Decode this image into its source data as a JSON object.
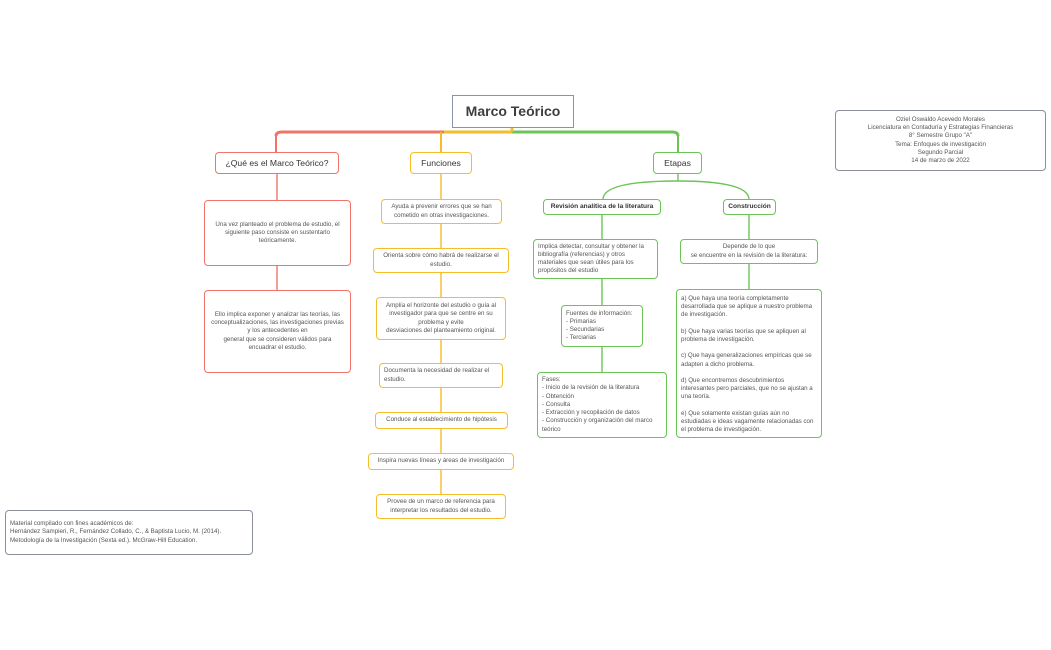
{
  "title": "Marco Teórico",
  "colors": {
    "red": "#f0746a",
    "orange": "#f6bd2a",
    "green": "#6cc457"
  },
  "branches": {
    "que_es": {
      "label": "¿Qué es el Marco Teórico?",
      "items": [
        "Una vez planteado el problema de estudio, el siguiente paso consiste en sustentarlo teóricamente.",
        "Ello implica exponer y analizar las teorías, las conceptualizaciones, las investigaciones previas y los antecedentes en\ngeneral que se consideren válidos para encuadrar el estudio."
      ]
    },
    "funciones": {
      "label": "Funciones",
      "items": [
        "Ayuda a prevenir errores que se han cometido en otras investigaciones.",
        "Orienta sobre cómo habrá de realizarse el estudio.",
        "Amplía el horizonte del estudio o guía al investigador para que se centre en su problema y evite\ndesviaciones del planteamiento original.",
        "Documenta la necesidad de realizar el estudio.",
        "Conduce al establecimiento de hipótesis",
        "Inspira nuevas líneas y áreas de investigación",
        "Provee de un marco de referencia para interpretar los resultados del estudio."
      ]
    },
    "etapas": {
      "label": "Etapas",
      "revision": {
        "label": "Revisión analítica de la literatura",
        "items": [
          "Implica detectar, consultar y obtener la bibliografía (referencias) y otros materiales que sean útiles para los propósitos del estudio",
          "Fuentes de información:\n- Primarias\n- Secundarias\n- Terciarias",
          "Fases:\n- Inicio de la revisión de la literatura\n- Obtención\n- Consulta\n- Extracción y recopilación de datos\n- Construcción y organización del marco teórico"
        ]
      },
      "construccion": {
        "label": "Construcción",
        "items": [
          "Depende de lo que\nse encuentre en la revisión de la literatura:",
          "a) Que haya una teoría completamente desarrollada que se aplique a nuestro problema de investigación.\n\nb) Que haya varias teorías que se apliquen al problema de investigación.\n\nc) Que haya generalizaciones empíricas que se adapten a dicho problema.\n\nd) Que encontremos descubrimientos interesantes pero parciales, que no se ajustan a una teoría.\n\ne) Que solamente existan guías aún no estudiadas e ideas vagamente relacionadas con el problema de investigación."
        ]
      }
    }
  },
  "author_box": "Oziel Oswaldo Acevedo Morales\nLicenciatura en Contaduría y Estrategias Financieras\n8° Semestre  Grupo \"A\"\nTema: Enfoques de investigación\nSegundo Parcial\n14 de marzo de 2022",
  "source_box": "Material compilado con fines académicos de:\nHernández Sampieri, R., Fernández Collado, C., & Baptista Lucio, M. (2014).\nMetodología de la Investigación (Sexta ed.). McGraw-Hill Education."
}
